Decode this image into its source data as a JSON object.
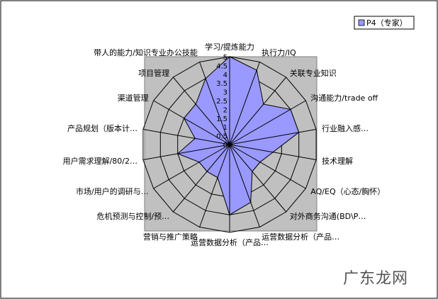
{
  "chart_data": {
    "type": "radar",
    "title": "",
    "rlim": [
      0,
      5
    ],
    "ticks": [
      "0",
      "0.5",
      "1",
      "1.5",
      "2",
      "2.5",
      "3",
      "3.5",
      "4",
      "4.5",
      "5"
    ],
    "categories": [
      "学习/提炼能力",
      "执行力/IQ",
      "关联专业知识",
      "沟通能力/trade off",
      "行业融入感…",
      "技术理解",
      "AQ/EQ（心态/胸怀）",
      "对外商务沟通(BD\\P…",
      "运营数据分析（产品…",
      "运营数据分析（产品…",
      "营销与推广策略",
      "危机预测与控制/预…",
      "市场/用户的调研与…",
      "用户需求理解/80/2…",
      "产品规划（版本计…",
      "渠道管理",
      "项目管理",
      "带人的能力/知识专业办公技能"
    ],
    "series": [
      {
        "name": "P4（专家）",
        "color": "#9999ff",
        "values": [
          5,
          4.5,
          3,
          4,
          4,
          2.5,
          2,
          2,
          3.5,
          4,
          2,
          2,
          2,
          3,
          2,
          3,
          3,
          4
        ]
      }
    ],
    "grid": true,
    "legend_position": "top-right",
    "plot_background": "#c0c0c0"
  },
  "watermark": {
    "text": "广东龙网"
  }
}
